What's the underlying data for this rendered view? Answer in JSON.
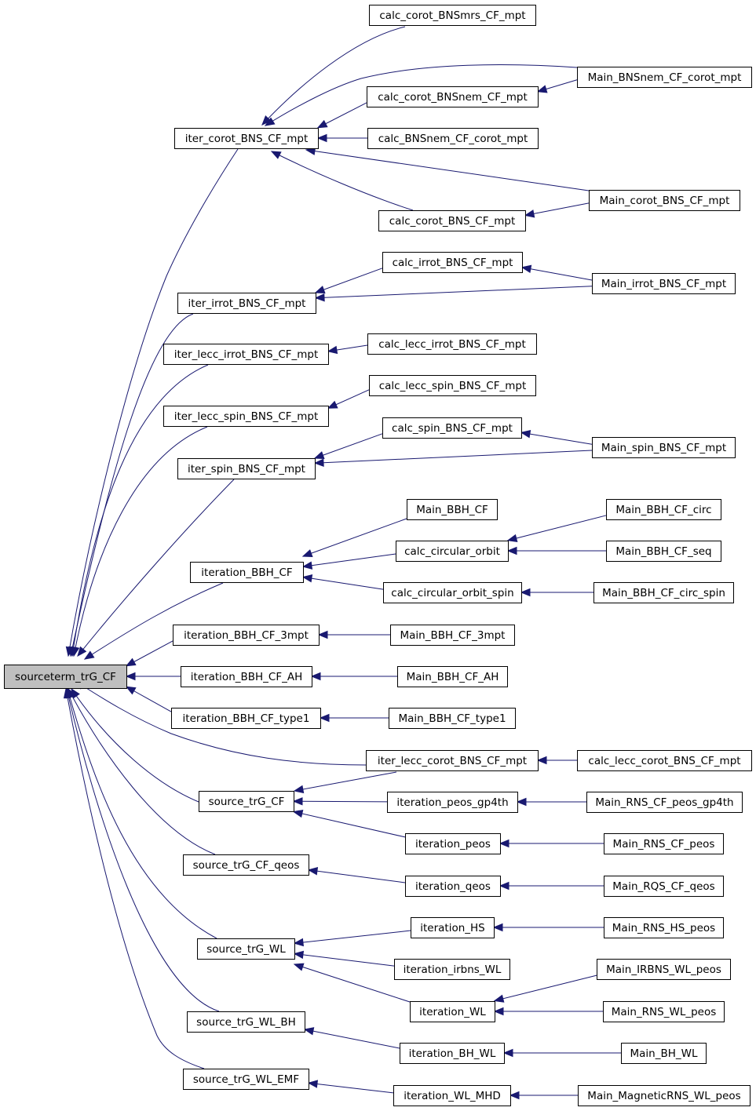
{
  "diagram_type": "caller-graph",
  "nodes": {
    "root": "sourceterm_trG_CF",
    "iter_corot": "iter_corot_BNS_CF_mpt",
    "calc_corot_smrs": "calc_corot_BNSmrs_CF_mpt",
    "main_nem_corot": "Main_BNSnem_CF_corot_mpt",
    "calc_corot_nem": "calc_corot_BNSnem_CF_mpt",
    "calc_nem_corot": "calc_BNSnem_CF_corot_mpt",
    "main_corot": "Main_corot_BNS_CF_mpt",
    "calc_corot": "calc_corot_BNS_CF_mpt",
    "calc_irrot": "calc_irrot_BNS_CF_mpt",
    "main_irrot": "Main_irrot_BNS_CF_mpt",
    "iter_irrot": "iter_irrot_BNS_CF_mpt",
    "iter_lecc_irrot": "iter_lecc_irrot_BNS_CF_mpt",
    "calc_lecc_irrot": "calc_lecc_irrot_BNS_CF_mpt",
    "calc_lecc_spin": "calc_lecc_spin_BNS_CF_mpt",
    "iter_lecc_spin": "iter_lecc_spin_BNS_CF_mpt",
    "calc_spin": "calc_spin_BNS_CF_mpt",
    "main_spin": "Main_spin_BNS_CF_mpt",
    "iter_spin": "iter_spin_BNS_CF_mpt",
    "main_bbh": "Main_BBH_CF",
    "main_bbh_circ": "Main_BBH_CF_circ",
    "calc_circ": "calc_circular_orbit",
    "main_bbh_seq": "Main_BBH_CF_seq",
    "iter_bbh": "iteration_BBH_CF",
    "calc_circ_spin": "calc_circular_orbit_spin",
    "main_bbh_circ_spin": "Main_BBH_CF_circ_spin",
    "iter_bbh_3mpt": "iteration_BBH_CF_3mpt",
    "main_bbh_3mpt": "Main_BBH_CF_3mpt",
    "iter_bbh_ah": "iteration_BBH_CF_AH",
    "main_bbh_ah": "Main_BBH_CF_AH",
    "iter_bbh_t1": "iteration_BBH_CF_type1",
    "main_bbh_t1": "Main_BBH_CF_type1",
    "iter_lecc_corot": "iter_lecc_corot_BNS_CF_mpt",
    "calc_lecc_corot": "calc_lecc_corot_BNS_CF_mpt",
    "src_trg_cf": "source_trG_CF",
    "iter_peos_gp4th": "iteration_peos_gp4th",
    "main_rns_gp4th": "Main_RNS_CF_peos_gp4th",
    "iter_peos": "iteration_peos",
    "main_rns_peos": "Main_RNS_CF_peos",
    "src_trg_qeos": "source_trG_CF_qeos",
    "iter_qeos": "iteration_qeos",
    "main_rqs_qeos": "Main_RQS_CF_qeos",
    "iter_hs": "iteration_HS",
    "main_rns_hs": "Main_RNS_HS_peos",
    "src_trg_wl": "source_trG_WL",
    "iter_irbns_wl": "iteration_irbns_WL",
    "main_irbns_wl": "Main_IRBNS_WL_peos",
    "iter_wl": "iteration_WL",
    "main_rns_wl": "Main_RNS_WL_peos",
    "src_trg_wl_bh": "source_trG_WL_BH",
    "iter_bh_wl": "iteration_BH_WL",
    "main_bh_wl": "Main_BH_WL",
    "src_trg_wl_emf": "source_trG_WL_EMF",
    "iter_wl_mhd": "iteration_WL_MHD",
    "main_mag_rns": "Main_MagneticRNS_WL_peos"
  },
  "edges": [
    [
      "iter_corot",
      "root"
    ],
    [
      "iter_irrot",
      "root"
    ],
    [
      "iter_lecc_irrot",
      "root"
    ],
    [
      "iter_lecc_spin",
      "root"
    ],
    [
      "iter_spin",
      "root"
    ],
    [
      "iter_bbh",
      "root"
    ],
    [
      "iter_bbh_3mpt",
      "root"
    ],
    [
      "iter_bbh_ah",
      "root"
    ],
    [
      "iter_bbh_t1",
      "root"
    ],
    [
      "iter_lecc_corot",
      "root"
    ],
    [
      "src_trg_cf",
      "root"
    ],
    [
      "src_trg_qeos",
      "root"
    ],
    [
      "src_trg_wl",
      "root"
    ],
    [
      "src_trg_wl_bh",
      "root"
    ],
    [
      "src_trg_wl_emf",
      "root"
    ],
    [
      "calc_corot_smrs",
      "iter_corot"
    ],
    [
      "main_nem_corot",
      "iter_corot"
    ],
    [
      "calc_corot_nem",
      "iter_corot"
    ],
    [
      "calc_nem_corot",
      "iter_corot"
    ],
    [
      "main_corot",
      "iter_corot"
    ],
    [
      "calc_corot",
      "iter_corot"
    ],
    [
      "main_nem_corot",
      "calc_corot_nem"
    ],
    [
      "main_corot",
      "calc_corot"
    ],
    [
      "calc_irrot",
      "iter_irrot"
    ],
    [
      "main_irrot",
      "iter_irrot"
    ],
    [
      "main_irrot",
      "calc_irrot"
    ],
    [
      "calc_lecc_irrot",
      "iter_lecc_irrot"
    ],
    [
      "calc_lecc_spin",
      "iter_lecc_spin"
    ],
    [
      "calc_spin",
      "iter_spin"
    ],
    [
      "main_spin",
      "iter_spin"
    ],
    [
      "main_spin",
      "calc_spin"
    ],
    [
      "main_bbh",
      "iter_bbh"
    ],
    [
      "calc_circ",
      "iter_bbh"
    ],
    [
      "calc_circ_spin",
      "iter_bbh"
    ],
    [
      "main_bbh_circ",
      "calc_circ"
    ],
    [
      "main_bbh_seq",
      "calc_circ"
    ],
    [
      "main_bbh_circ_spin",
      "calc_circ_spin"
    ],
    [
      "main_bbh_3mpt",
      "iter_bbh_3mpt"
    ],
    [
      "main_bbh_ah",
      "iter_bbh_ah"
    ],
    [
      "main_bbh_t1",
      "iter_bbh_t1"
    ],
    [
      "calc_lecc_corot",
      "iter_lecc_corot"
    ],
    [
      "iter_lecc_corot",
      "src_trg_cf"
    ],
    [
      "iter_peos_gp4th",
      "src_trg_cf"
    ],
    [
      "iter_peos",
      "src_trg_cf"
    ],
    [
      "main_rns_gp4th",
      "iter_peos_gp4th"
    ],
    [
      "main_rns_peos",
      "iter_peos"
    ],
    [
      "iter_qeos",
      "src_trg_qeos"
    ],
    [
      "main_rqs_qeos",
      "iter_qeos"
    ],
    [
      "iter_hs",
      "src_trg_wl"
    ],
    [
      "iter_irbns_wl",
      "src_trg_wl"
    ],
    [
      "iter_wl",
      "src_trg_wl"
    ],
    [
      "main_rns_hs",
      "iter_hs"
    ],
    [
      "main_irbns_wl",
      "iter_wl"
    ],
    [
      "main_rns_wl",
      "iter_wl"
    ],
    [
      "iter_bh_wl",
      "src_trg_wl_bh"
    ],
    [
      "main_bh_wl",
      "iter_bh_wl"
    ],
    [
      "iter_wl_mhd",
      "src_trg_wl_emf"
    ],
    [
      "main_mag_rns",
      "iter_wl_mhd"
    ]
  ],
  "colors": {
    "edge": "#191970",
    "root_fill": "#bfbfbf",
    "node_fill": "#ffffff",
    "border": "#000000"
  }
}
